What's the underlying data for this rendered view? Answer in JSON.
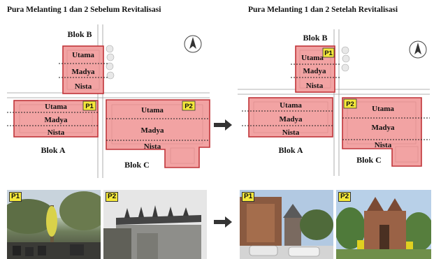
{
  "titles": {
    "before": "Pura Melanting 1 dan 2 Sebelum Revitalisasi",
    "after": "Pura Melanting 1 dan 2 Setelah Revitalisasi"
  },
  "blocks": {
    "a": "Blok A",
    "b": "Blok B",
    "c": "Blok C"
  },
  "zones": {
    "utama": "Utama",
    "madya": "Madya",
    "nista": "Nista"
  },
  "points": {
    "p1": "P1",
    "p2": "P2"
  },
  "colors": {
    "block_fill": "#f2a3a3",
    "block_stroke": "#c0353a",
    "tag_fill": "#f4e83a",
    "arrow": "#333333"
  },
  "icons": {
    "north": "north-arrow-icon",
    "arrow": "right-arrow-icon"
  }
}
